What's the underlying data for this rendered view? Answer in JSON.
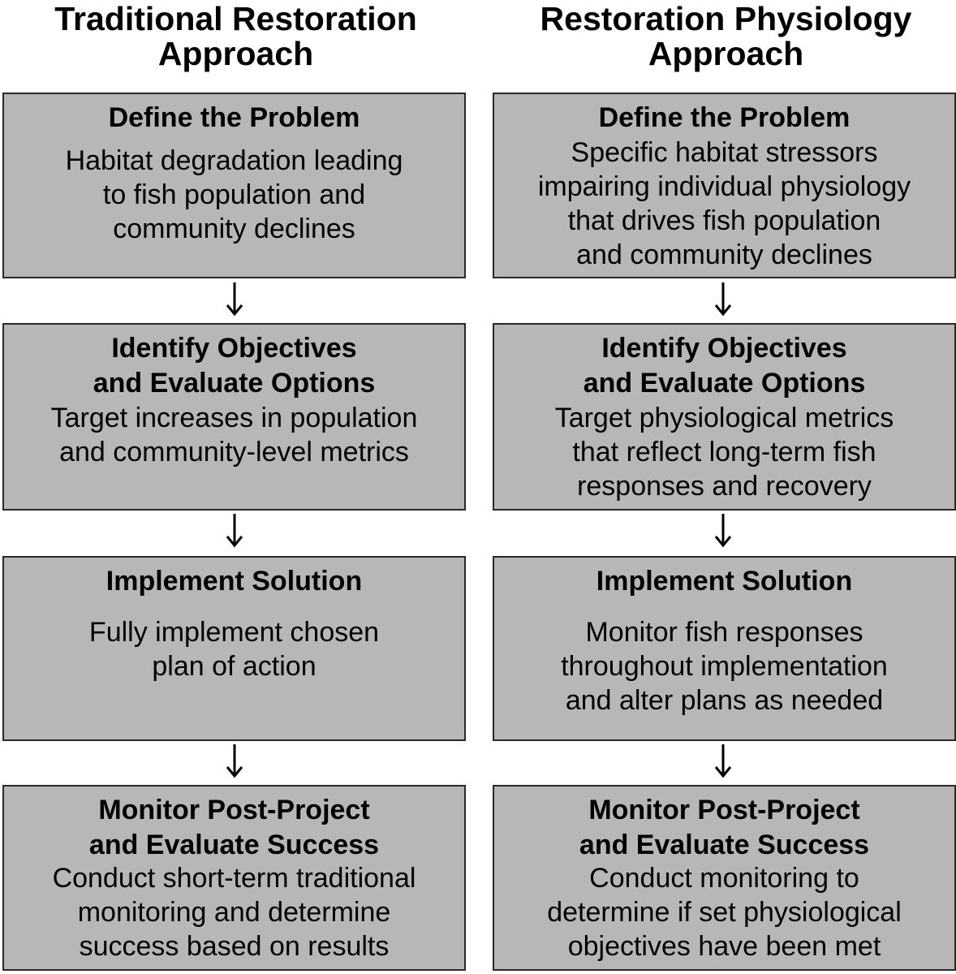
{
  "columns": [
    {
      "title_line1": "Traditional Restoration",
      "title_line2": "Approach",
      "steps": [
        {
          "title_line1": "Define the Problem",
          "title_line2": "",
          "desc": [
            "Habitat degradation leading",
            "to fish population and",
            "community declines"
          ]
        },
        {
          "title_line1": "Identify Objectives",
          "title_line2": "and Evaluate Options",
          "desc": [
            "Target increases in population",
            "and community-level metrics"
          ]
        },
        {
          "title_line1": "Implement Solution",
          "title_line2": "",
          "desc": [
            "Fully implement chosen",
            "plan of action"
          ]
        },
        {
          "title_line1": "Monitor Post-Project",
          "title_line2": "and Evaluate Success",
          "desc": [
            "Conduct short-term traditional",
            "monitoring and determine",
            "success based on results"
          ]
        }
      ]
    },
    {
      "title_line1": "Restoration Physiology",
      "title_line2": "Approach",
      "steps": [
        {
          "title_line1": "Define the Problem",
          "title_line2": "",
          "desc": [
            "Specific habitat stressors",
            "impairing individual physiology",
            "that drives fish population",
            "and community declines"
          ]
        },
        {
          "title_line1": "Identify Objectives",
          "title_line2": "and Evaluate Options",
          "desc": [
            "Target physiological metrics",
            "that reflect long-term fish",
            "responses and recovery"
          ]
        },
        {
          "title_line1": "Implement Solution",
          "title_line2": "",
          "desc": [
            "Monitor fish responses",
            "throughout implementation",
            "and alter plans as needed"
          ]
        },
        {
          "title_line1": "Monitor Post-Project",
          "title_line2": "and Evaluate Success",
          "desc": [
            "Conduct monitoring to",
            "determine if set physiological",
            "objectives have been met"
          ]
        }
      ]
    }
  ],
  "colors": {
    "box_fill": "#b7b7b7",
    "box_border": "#2a2a2a",
    "text": "#000000",
    "background": "#ffffff"
  },
  "icons": {
    "flow_arrow": "down-arrow-icon"
  }
}
